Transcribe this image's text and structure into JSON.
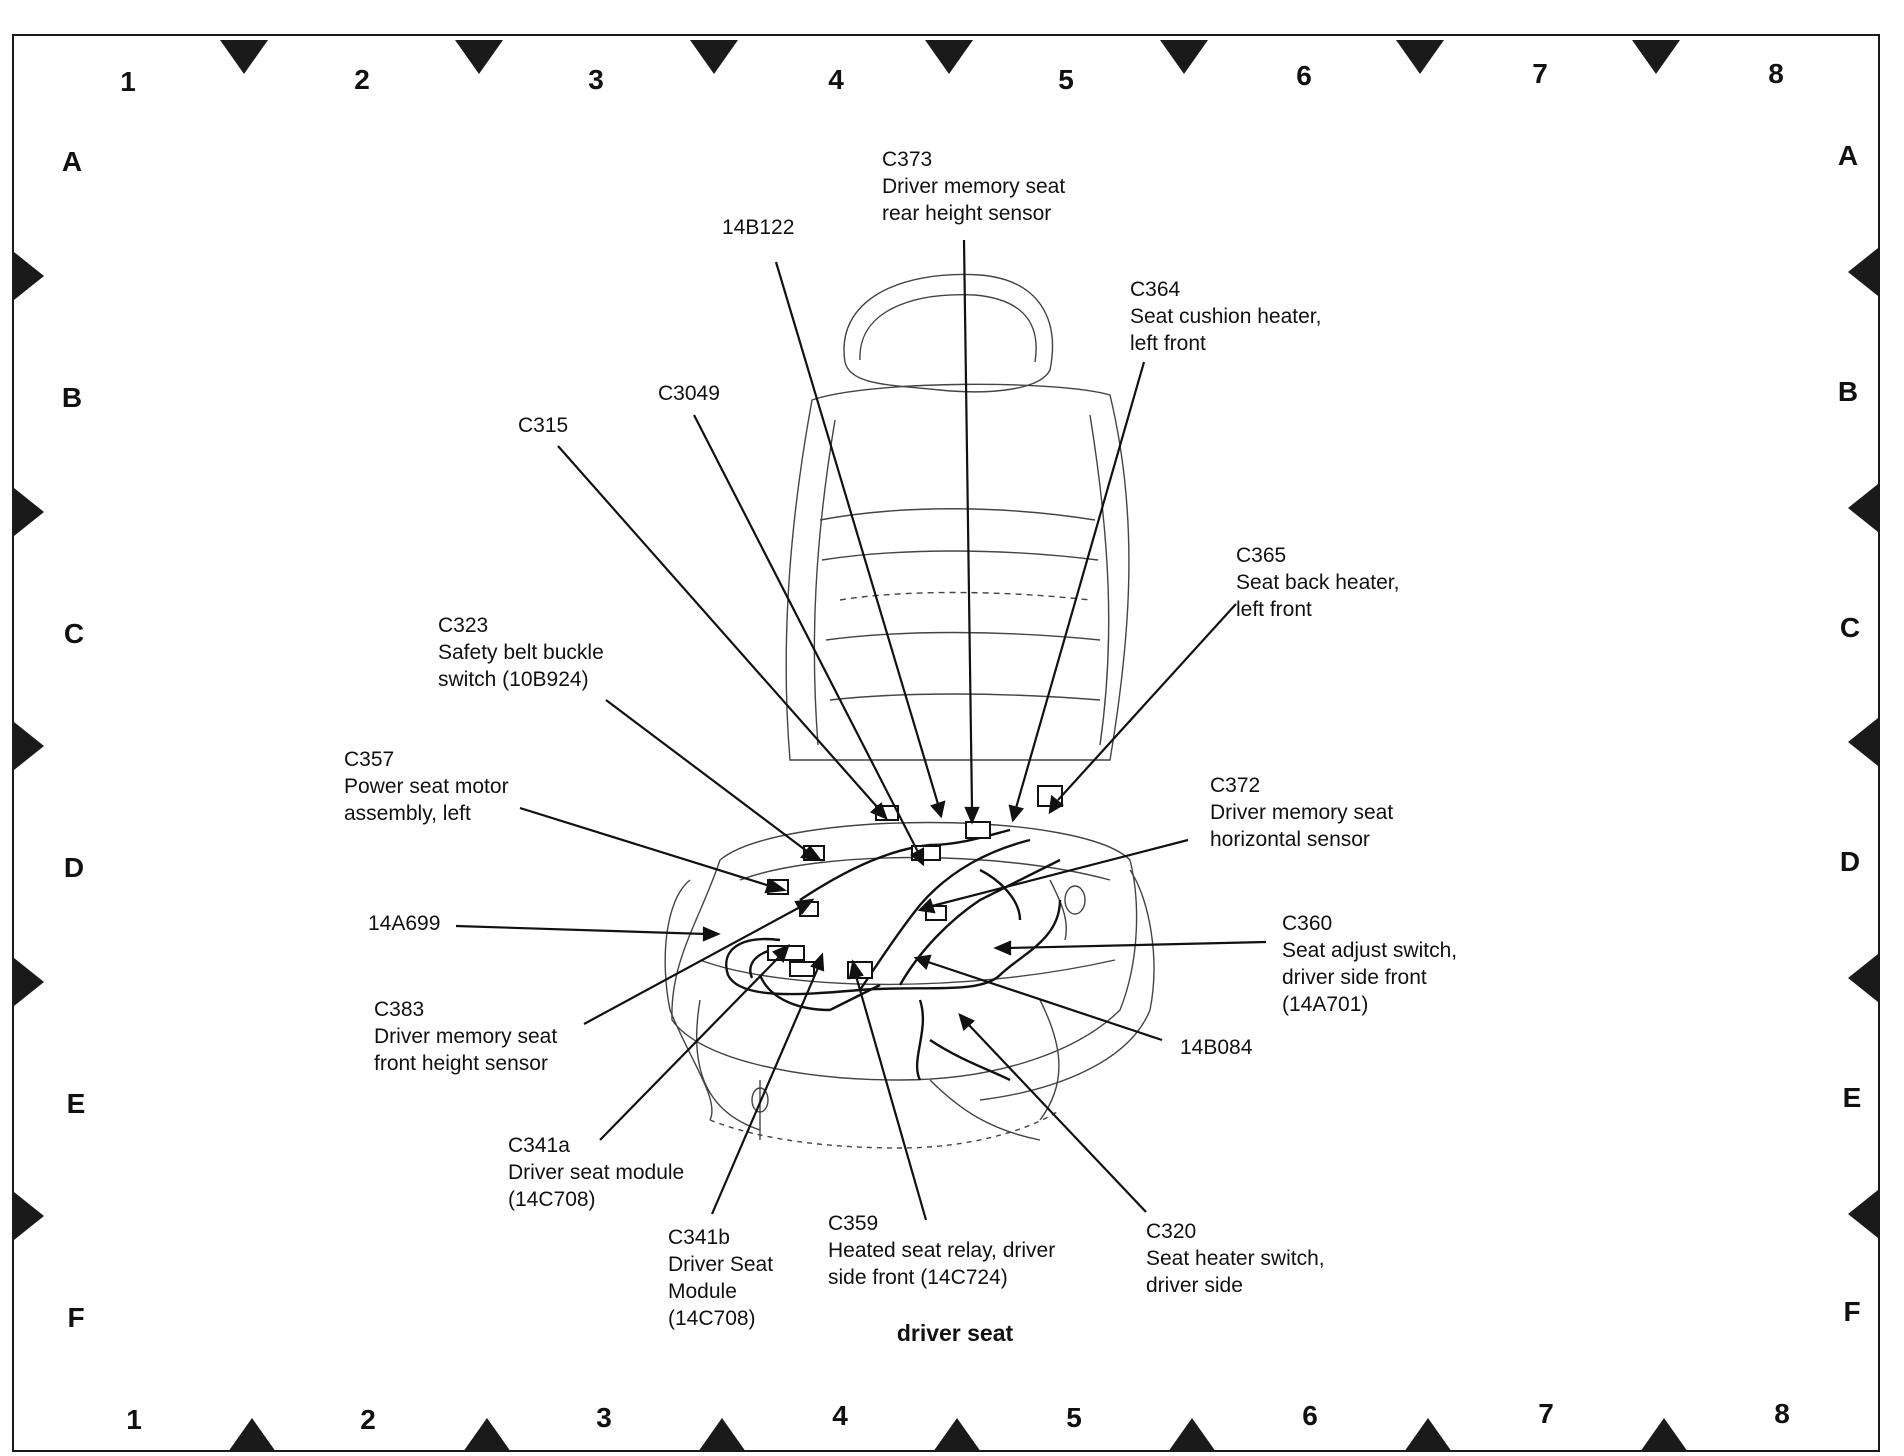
{
  "grid": {
    "columns": [
      "1",
      "2",
      "3",
      "4",
      "5",
      "6",
      "7",
      "8"
    ],
    "rows": [
      "A",
      "B",
      "C",
      "D",
      "E",
      "F"
    ]
  },
  "callouts": {
    "c373": {
      "id": "C373",
      "lines": [
        "Driver memory seat",
        "rear height sensor"
      ]
    },
    "w14b122": {
      "id": "14B122",
      "lines": []
    },
    "c364": {
      "id": "C364",
      "lines": [
        "Seat cushion heater,",
        "left front"
      ]
    },
    "c3049": {
      "id": "C3049",
      "lines": []
    },
    "c315": {
      "id": "C315",
      "lines": []
    },
    "c365": {
      "id": "C365",
      "lines": [
        "Seat back heater,",
        "left front"
      ]
    },
    "c323": {
      "id": "C323",
      "lines": [
        "Safety belt buckle",
        "switch (10B924)"
      ]
    },
    "c357": {
      "id": "C357",
      "lines": [
        "Power seat motor",
        "assembly, left"
      ]
    },
    "c372": {
      "id": "C372",
      "lines": [
        "Driver memory seat",
        "horizontal sensor"
      ]
    },
    "w14a699": {
      "id": "14A699",
      "lines": []
    },
    "c360": {
      "id": "C360",
      "lines": [
        "Seat adjust switch,",
        "driver side front",
        "(14A701)"
      ]
    },
    "c383": {
      "id": "C383",
      "lines": [
        "Driver memory seat",
        "front height sensor"
      ]
    },
    "w14b084": {
      "id": "14B084",
      "lines": []
    },
    "c341a": {
      "id": "C341a",
      "lines": [
        "Driver seat module",
        "(14C708)"
      ]
    },
    "c341b": {
      "id": "C341b",
      "lines": [
        "Driver Seat",
        "Module",
        "(14C708)"
      ]
    },
    "c359": {
      "id": "C359",
      "lines": [
        "Heated seat relay, driver",
        "side front (14C724)"
      ]
    },
    "c320": {
      "id": "C320",
      "lines": [
        "Seat heater switch,",
        "driver side"
      ]
    }
  },
  "caption": "driver seat"
}
